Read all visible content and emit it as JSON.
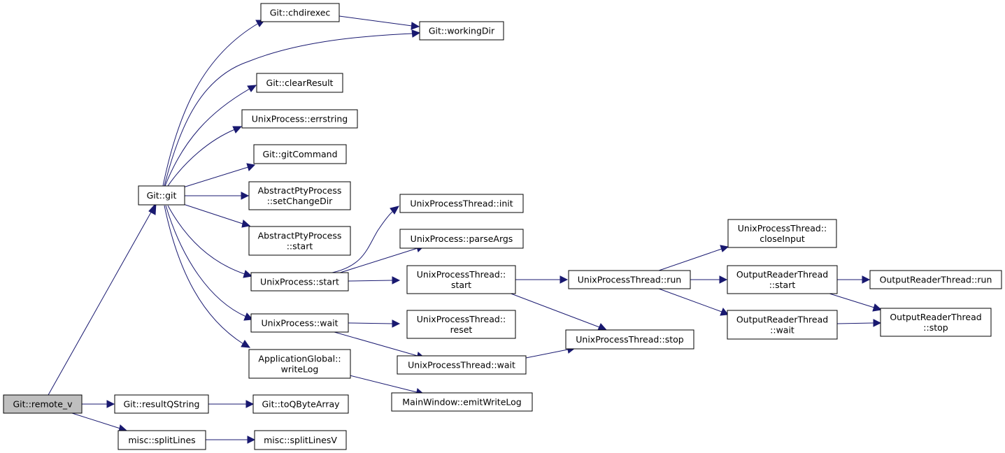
{
  "colors": {
    "edge": "#191970",
    "root_fill": "#bfbfbf",
    "node_fill": "#ffffff",
    "node_border": "#000000"
  },
  "nodes": {
    "remote_v": {
      "lines": [
        "Git::remote_v"
      ]
    },
    "git": {
      "lines": [
        "Git::git"
      ]
    },
    "resultQString": {
      "lines": [
        "Git::resultQString"
      ]
    },
    "splitLines": {
      "lines": [
        "misc::splitLines"
      ]
    },
    "chdirexec": {
      "lines": [
        "Git::chdirexec"
      ]
    },
    "workingDir": {
      "lines": [
        "Git::workingDir"
      ]
    },
    "clearResult": {
      "lines": [
        "Git::clearResult"
      ]
    },
    "errstring": {
      "lines": [
        "UnixProcess::errstring"
      ]
    },
    "gitCommand": {
      "lines": [
        "Git::gitCommand"
      ]
    },
    "setChangeDir": {
      "lines": [
        "AbstractPtyProcess",
        "::setChangeDir"
      ]
    },
    "aptStart": {
      "lines": [
        "AbstractPtyProcess",
        "::start"
      ]
    },
    "upStart": {
      "lines": [
        "UnixProcess::start"
      ]
    },
    "upWait": {
      "lines": [
        "UnixProcess::wait"
      ]
    },
    "writeLog": {
      "lines": [
        "ApplicationGlobal::",
        "writeLog"
      ]
    },
    "toQByteArray": {
      "lines": [
        "Git::toQByteArray"
      ]
    },
    "splitLinesV": {
      "lines": [
        "misc::splitLinesV"
      ]
    },
    "uptInit": {
      "lines": [
        "UnixProcessThread::init"
      ]
    },
    "parseArgs": {
      "lines": [
        "UnixProcess::parseArgs"
      ]
    },
    "uptStart": {
      "lines": [
        "UnixProcessThread::",
        "start"
      ]
    },
    "uptReset": {
      "lines": [
        "UnixProcessThread::",
        "reset"
      ]
    },
    "uptWait": {
      "lines": [
        "UnixProcessThread::wait"
      ]
    },
    "emitWriteLog": {
      "lines": [
        "MainWindow::emitWriteLog"
      ]
    },
    "uptRun": {
      "lines": [
        "UnixProcessThread::run"
      ]
    },
    "uptStop": {
      "lines": [
        "UnixProcessThread::stop"
      ]
    },
    "closeInput": {
      "lines": [
        "UnixProcessThread::",
        "closeInput"
      ]
    },
    "ortStart": {
      "lines": [
        "OutputReaderThread",
        "::start"
      ]
    },
    "ortWait": {
      "lines": [
        "OutputReaderThread",
        "::wait"
      ]
    },
    "ortRun": {
      "lines": [
        "OutputReaderThread::run"
      ]
    },
    "ortStop": {
      "lines": [
        "OutputReaderThread",
        "::stop"
      ]
    }
  },
  "edges": [
    [
      "remote_v",
      "git"
    ],
    [
      "remote_v",
      "resultQString"
    ],
    [
      "remote_v",
      "splitLines"
    ],
    [
      "git",
      "chdirexec"
    ],
    [
      "git",
      "workingDir"
    ],
    [
      "git",
      "clearResult"
    ],
    [
      "git",
      "errstring"
    ],
    [
      "git",
      "gitCommand"
    ],
    [
      "git",
      "setChangeDir"
    ],
    [
      "git",
      "aptStart"
    ],
    [
      "git",
      "upStart"
    ],
    [
      "git",
      "upWait"
    ],
    [
      "git",
      "writeLog"
    ],
    [
      "chdirexec",
      "workingDir"
    ],
    [
      "resultQString",
      "toQByteArray"
    ],
    [
      "splitLines",
      "splitLinesV"
    ],
    [
      "upStart",
      "uptInit"
    ],
    [
      "upStart",
      "parseArgs"
    ],
    [
      "upStart",
      "uptStart"
    ],
    [
      "upWait",
      "uptReset"
    ],
    [
      "upWait",
      "uptWait"
    ],
    [
      "writeLog",
      "emitWriteLog"
    ],
    [
      "uptStart",
      "uptRun"
    ],
    [
      "uptStart",
      "uptStop"
    ],
    [
      "uptWait",
      "uptStop"
    ],
    [
      "uptRun",
      "closeInput"
    ],
    [
      "uptRun",
      "ortStart"
    ],
    [
      "uptRun",
      "ortWait"
    ],
    [
      "ortStart",
      "ortRun"
    ],
    [
      "ortStart",
      "ortStop"
    ],
    [
      "ortWait",
      "ortStop"
    ]
  ]
}
